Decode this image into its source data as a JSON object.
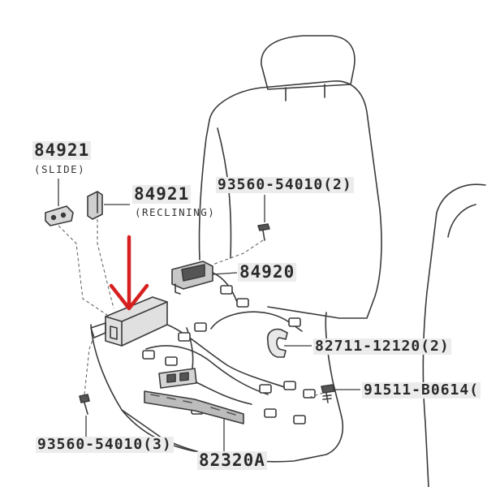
{
  "labels": {
    "slide_part": "84921",
    "slide_note": "(SLIDE)",
    "reclining_part": "84921",
    "reclining_note": "(RECLINING)",
    "screw_top": "93560-54010(2)",
    "switch_part": "84920",
    "clamp_part": "82711-12120(2)",
    "bolt_part": "91511-B0614(",
    "screw_bottom": "93560-54010(3)",
    "harness_part": "82320A"
  },
  "colors": {
    "line": "#3a3a3a",
    "arrow": "#d62020",
    "label_bg": "#ececec"
  }
}
